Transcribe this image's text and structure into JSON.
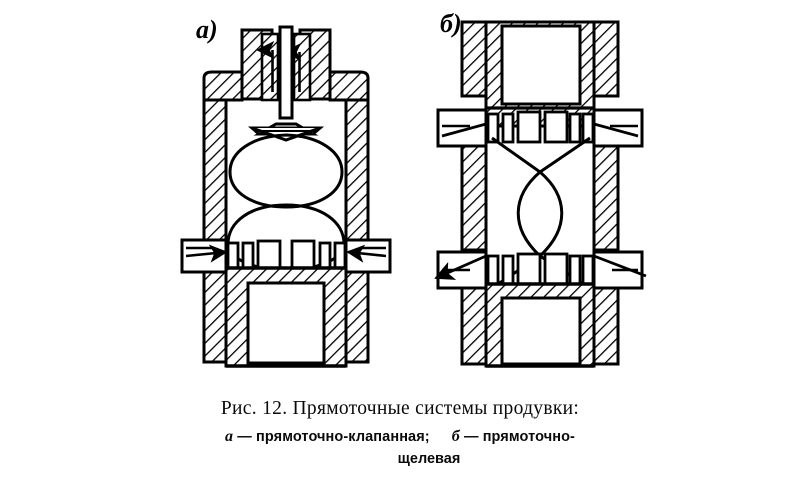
{
  "figure": {
    "label_a": "а)",
    "label_b": "б)",
    "diagram_a_name": "прямоточно-клапанная схема продувки",
    "diagram_b_name": "прямоточно-щелевая схема продувки",
    "ink_color": "#000000",
    "paper_color": "#ffffff"
  },
  "caption": {
    "line1": "Рис. 12. Прямоточные системы продувки:",
    "key_a_marker": "а",
    "key_a_dash": "—",
    "key_a_text": "прямоточно-клапанная;",
    "key_b_marker": "б",
    "key_b_dash": "—",
    "key_b_text": "прямоточно-",
    "line3": "щелевая"
  },
  "diagram_a": {
    "parts": [
      "cylinder-wall-left",
      "cylinder-wall-right",
      "cylinder-head",
      "valve-stem",
      "valve-guide",
      "valve-head",
      "exhaust-arrow-left",
      "exhaust-arrow-right",
      "scavenge-port-left",
      "scavenge-port-right",
      "piston",
      "piston-rings",
      "swirl-flow-upper-lobe",
      "swirl-flow-lower-lobe"
    ],
    "arrows": {
      "exhaust_up_count": 2,
      "intake_side_count": 2
    },
    "ring_count": 5
  },
  "diagram_b": {
    "parts": [
      "cylinder-wall-left",
      "cylinder-wall-right",
      "upper-piston",
      "lower-piston",
      "exhaust-port-belt",
      "scavenge-port-belt",
      "swirl-flow-lens",
      "intake-arrow-lower-left",
      "exhaust-arrow-upper-left",
      "exhaust-arrow-upper-right"
    ],
    "arrows": {
      "exhaust_side_count": 2,
      "intake_side_count": 2
    },
    "ring_count": 5
  }
}
